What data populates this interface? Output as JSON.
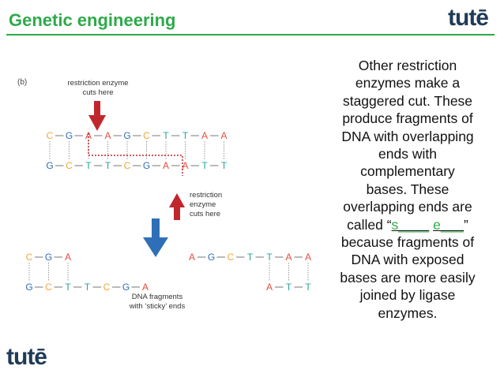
{
  "header": {
    "title": "Genetic engineering",
    "logo_text": "tutē"
  },
  "footer": {
    "logo_text": "tutē"
  },
  "body_text": {
    "line1": "Other restriction",
    "line2": "enzymes make a",
    "line3": "staggered cut.  These",
    "line4": "produce fragments of",
    "line5": "DNA with overlapping",
    "line6": "ends with",
    "line7": "complementary",
    "line8": "bases.  These",
    "line9": "overlapping ends are",
    "line10_pre": "called “",
    "line10_blank1": "s____",
    "line10_mid": " ",
    "line10_blank2": "e___",
    "line10_post": "”",
    "line11": "because fragments of",
    "line12": "DNA with exposed",
    "line13": "bases are more easily",
    "line14": "joined by ligase",
    "line15": "enzymes."
  },
  "figure": {
    "panel_label": "(b)",
    "label_cut_top_1": "restriction enzyme",
    "label_cut_top_2": "cuts here",
    "label_cut_bottom_1": "restriction",
    "label_cut_bottom_2": "enzyme",
    "label_cut_bottom_3": "cuts here",
    "label_fragments_1": "DNA fragments",
    "label_fragments_2": "with ‘sticky’ ends",
    "top_strand": [
      "C",
      "G",
      "A",
      "A",
      "G",
      "C",
      "T",
      "T",
      "A",
      "A"
    ],
    "bottom_strand": [
      "G",
      "C",
      "T",
      "T",
      "C",
      "G",
      "A",
      "A",
      "T",
      "T"
    ],
    "frag_left_top": [
      "C",
      "G",
      "A"
    ],
    "frag_left_bottom": [
      "G",
      "C",
      "T",
      "T",
      "C",
      "G",
      "A"
    ],
    "frag_right_top": [
      "A",
      "G",
      "C",
      "T",
      "T",
      "A",
      "A"
    ],
    "frag_right_bottom": [
      "A",
      "T",
      "T"
    ]
  },
  "colors": {
    "title_green": "#2eaa4a",
    "logo_navy": "#1f3b57",
    "arrow_red": "#c0272d",
    "arrow_blue": "#2f6fb7",
    "base_A": "#e84b3c",
    "base_T": "#2aa39a",
    "base_C": "#f0a63b",
    "base_G": "#2f6fb7"
  }
}
